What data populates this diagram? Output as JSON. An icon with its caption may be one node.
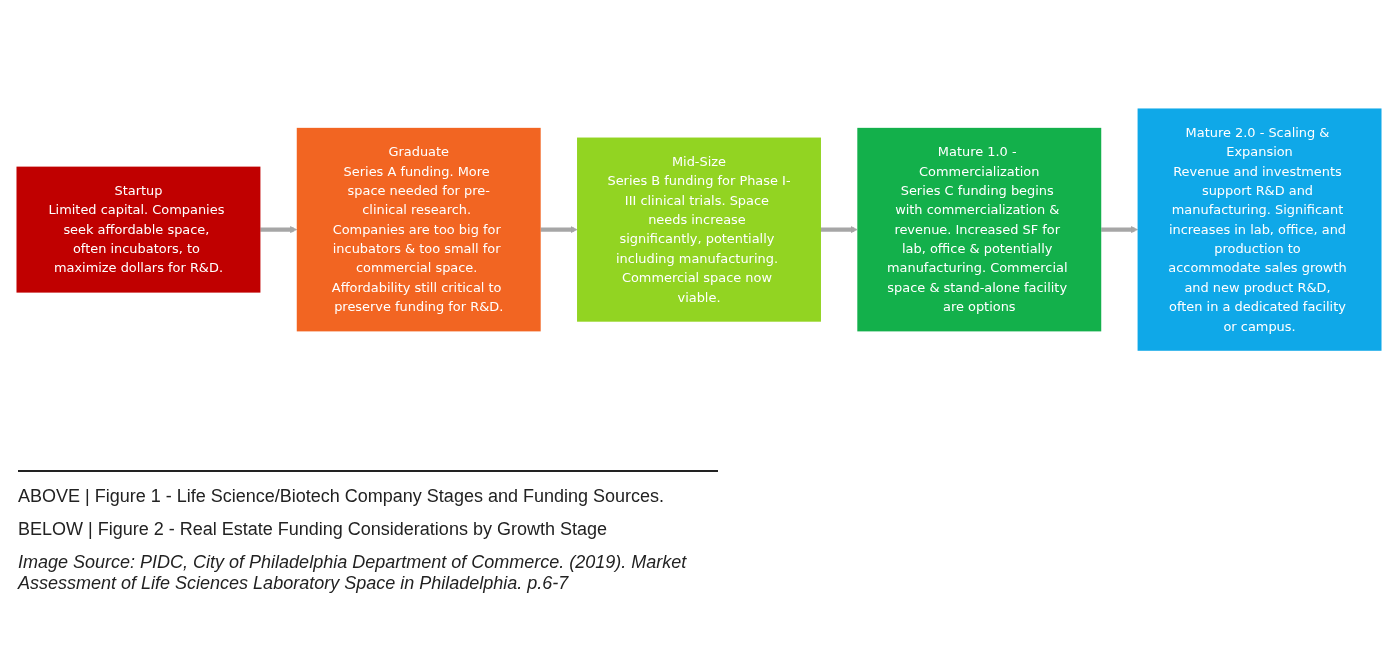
{
  "diagram": {
    "nodes": [
      {
        "text": [
          "Startup",
          "Limited capital. Companies seek affordable space, often incubators, to maximize dollars for R&D."
        ]
      },
      {
        "text": [
          "Graduate",
          "Series A funding. More space needed for pre-clinical research. Companies are too big for incubators & too small for commercial space. Affordability still critical to preserve funding for R&D."
        ]
      },
      {
        "text": [
          "Mid-Size",
          "Series B funding for Phase I-III clinical trials. Space needs increase significantly, potentially including manufacturing. Commercial space now viable."
        ]
      },
      {
        "text": [
          "Mature 1.0 - Commercialization",
          "Series C funding begins with commercialization & revenue. Increased SF for lab, office & potentially manufacturing. Commercial space & stand-alone facility are options"
        ]
      },
      {
        "text": [
          "Mature 2.0 - Scaling & Expansion",
          "Revenue and investments support R&D and manufacturing. Significant increases in lab, office, and production to accommodate sales growth and new product R&D, often in a dedicated facility or campus."
        ]
      }
    ],
    "edges": [
      {
        "from": 0,
        "to": 1,
        "arrow": "to"
      },
      {
        "from": 1,
        "to": 2,
        "arrow": "to"
      },
      {
        "from": 2,
        "to": 3,
        "arrow": "to"
      },
      {
        "from": 3,
        "to": 4,
        "arrow": "to"
      }
    ],
    "labels": [
      "ABOVE | Figure 1 - Life Science/Biotech Company Stages and Funding Sources.",
      "BELOW | Figure 2 - Real Estate Funding Considerations by Growth Stage",
      "Image Source: PIDC, City of Philadelphia Department of Commerce. (2019). Market Assessment of Life Sciences Laboratory Space in Philadelphia. p.6-7"
    ]
  }
}
